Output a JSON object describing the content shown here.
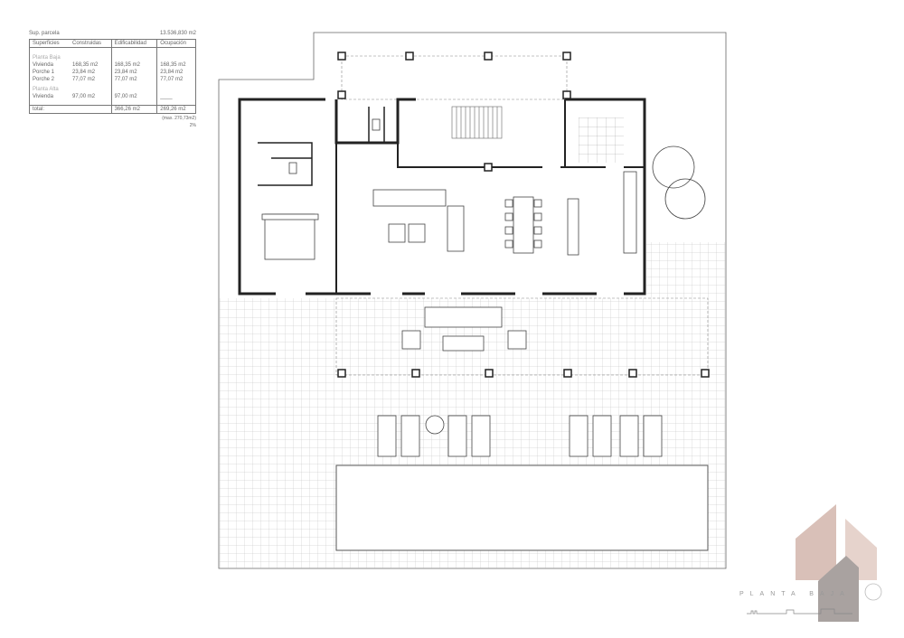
{
  "summary": {
    "plot_label": "Sup. parcela",
    "plot_value": "13.536,830 m2",
    "headers": [
      "Superficies",
      "Construidas",
      "Edificabilidad",
      "Ocupación"
    ],
    "section_ground": "Planta Baja",
    "rows_ground": [
      {
        "name": "Vivienda",
        "built": "168,35 m2",
        "edif": "168,35 m2",
        "ocup": "168,35 m2"
      },
      {
        "name": "Porche 1",
        "built": "23,84 m2",
        "edif": "23,84 m2",
        "ocup": "23,84 m2"
      },
      {
        "name": "Porche 2",
        "built": "77,07 m2",
        "edif": "77,07 m2",
        "ocup": "77,07 m2"
      }
    ],
    "section_upper": "Planta Alta",
    "rows_upper": [
      {
        "name": "Vivienda",
        "built": "97,00 m2",
        "edif": "97,00 m2",
        "ocup": "____"
      }
    ],
    "total_label": "total:",
    "total_edif": "366,26 m2",
    "total_ocup": "269,26 m2",
    "note_max": "(max. 270,73m2)",
    "note_pct": "2%"
  },
  "plan": {
    "title": "PLANTA BAJA",
    "logo_colors": [
      "#d9c0b8",
      "#e6d3cc",
      "#a9a2a0"
    ]
  }
}
